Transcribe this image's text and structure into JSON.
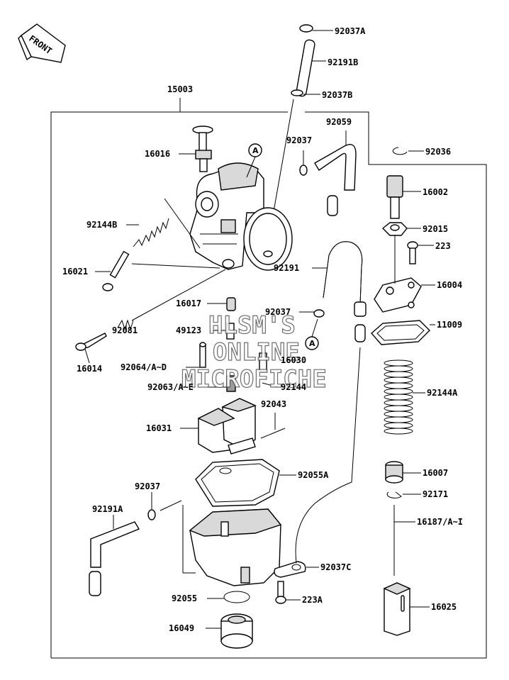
{
  "front_arrow": {
    "text": "FRONT"
  },
  "assembly_label": "15003",
  "callouts": [
    {
      "id": "92037A",
      "text": "92037A"
    },
    {
      "id": "92191B",
      "text": "92191B"
    },
    {
      "id": "92037B",
      "text": "92037B"
    },
    {
      "id": "92059",
      "text": "92059"
    },
    {
      "id": "92036",
      "text": "92036"
    },
    {
      "id": "16016",
      "text": "16016"
    },
    {
      "id": "92037-top",
      "text": "92037"
    },
    {
      "id": "16002",
      "text": "16002"
    },
    {
      "id": "92144B",
      "text": "92144B"
    },
    {
      "id": "92015",
      "text": "92015"
    },
    {
      "id": "223",
      "text": "223"
    },
    {
      "id": "16021",
      "text": "16021"
    },
    {
      "id": "92191",
      "text": "92191"
    },
    {
      "id": "16004",
      "text": "16004"
    },
    {
      "id": "16017",
      "text": "16017"
    },
    {
      "id": "92037-mid",
      "text": "92037"
    },
    {
      "id": "11009",
      "text": "11009"
    },
    {
      "id": "49123",
      "text": "49123"
    },
    {
      "id": "92081",
      "text": "92081"
    },
    {
      "id": "16014",
      "text": "16014"
    },
    {
      "id": "92064",
      "text": "92064/A~D"
    },
    {
      "id": "16030",
      "text": "16030"
    },
    {
      "id": "92063",
      "text": "92063/A~E"
    },
    {
      "id": "92144",
      "text": "92144"
    },
    {
      "id": "92144A",
      "text": "92144A"
    },
    {
      "id": "92043",
      "text": "92043"
    },
    {
      "id": "16031",
      "text": "16031"
    },
    {
      "id": "92055A",
      "text": "92055A"
    },
    {
      "id": "16007",
      "text": "16007"
    },
    {
      "id": "92037-low",
      "text": "92037"
    },
    {
      "id": "92171",
      "text": "92171"
    },
    {
      "id": "92191A",
      "text": "92191A"
    },
    {
      "id": "16187",
      "text": "16187/A~I"
    },
    {
      "id": "92037C",
      "text": "92037C"
    },
    {
      "id": "92055",
      "text": "92055"
    },
    {
      "id": "223A",
      "text": "223A"
    },
    {
      "id": "16025",
      "text": "16025"
    },
    {
      "id": "16049",
      "text": "16049"
    }
  ],
  "ref_markers": [
    {
      "id": "A-top",
      "text": "A"
    },
    {
      "id": "A-mid",
      "text": "A"
    }
  ],
  "watermark": [
    "HLSM'S",
    "ONLINE",
    "MICROFICHE"
  ]
}
